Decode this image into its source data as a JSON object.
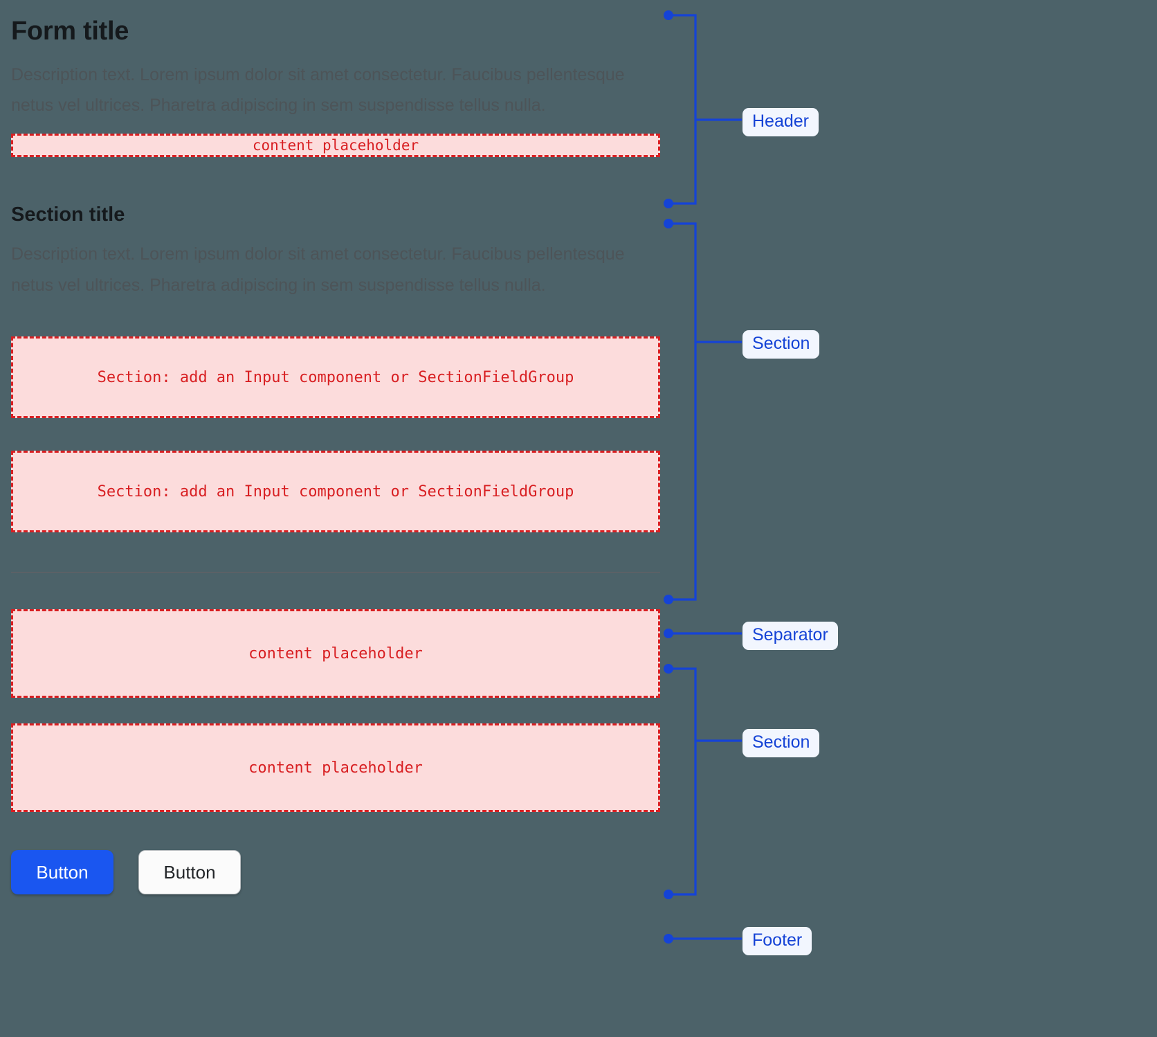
{
  "background_color": "#4c6269",
  "accent_blue": "#1543d6",
  "placeholder_color": "#d81f22",
  "placeholder_fill": "#fcdcdc",
  "header": {
    "title": "Form title",
    "description": "Description text. Lorem ipsum dolor sit amet consectetur. Faucibus pellentesque netus vel ultrices. Pharetra adipiscing in sem suspendisse tellus nulla.",
    "placeholder": "content placeholder"
  },
  "section": {
    "title": "Section title",
    "description": "Description text. Lorem ipsum dolor sit amet consectetur. Faucibus pellentesque netus vel ultrices. Pharetra adipiscing in sem suspendisse tellus nulla.",
    "field_placeholders": [
      "Section: add an Input component or SectionFieldGroup",
      "Section: add an Input component or SectionFieldGroup"
    ]
  },
  "section_two": {
    "placeholders": [
      "content placeholder",
      "content placeholder"
    ]
  },
  "footer": {
    "buttons": [
      {
        "label": "Button",
        "variant": "primary"
      },
      {
        "label": "Button",
        "variant": "secondary"
      }
    ]
  },
  "annotations": [
    {
      "label": "Header"
    },
    {
      "label": "Section"
    },
    {
      "label": "Separator"
    },
    {
      "label": "Section"
    },
    {
      "label": "Footer"
    }
  ]
}
